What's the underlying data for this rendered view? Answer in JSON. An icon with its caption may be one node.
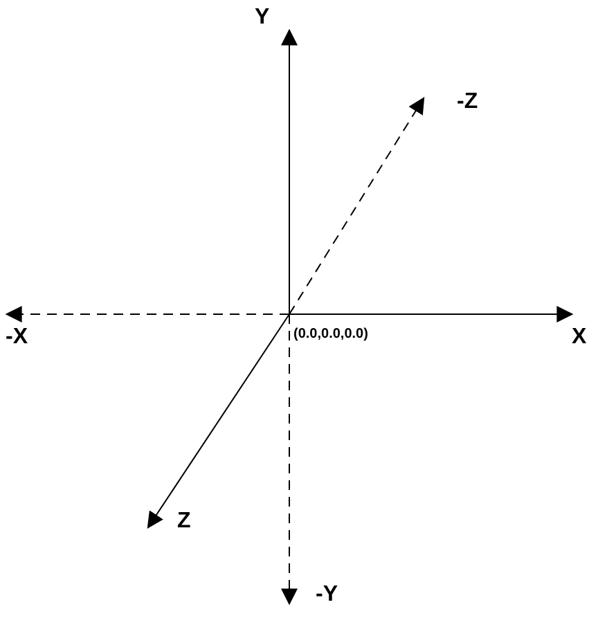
{
  "diagram": {
    "labels": [
      "Y",
      "-Z",
      "-X",
      "X",
      "(0.0,0.0,0.0)",
      "Z",
      "-Y"
    ]
  }
}
